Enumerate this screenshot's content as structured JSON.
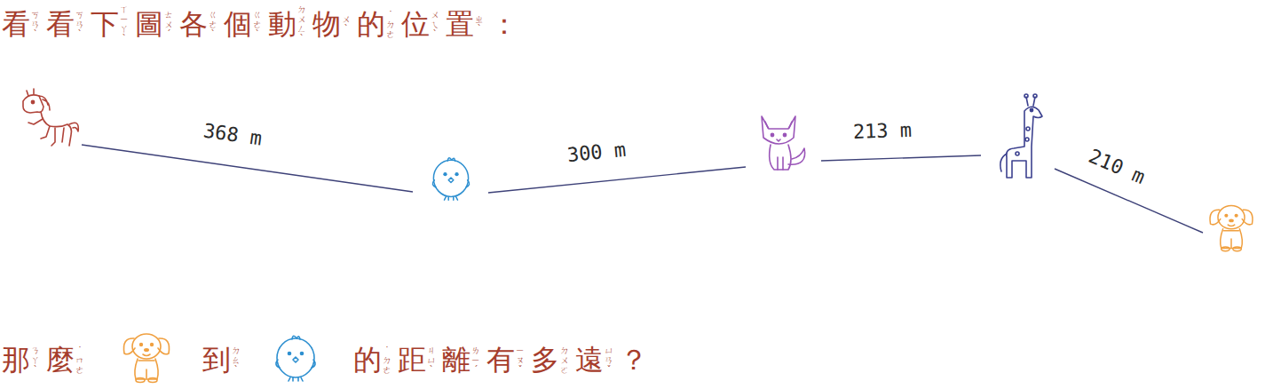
{
  "diagram": {
    "title": "看看下圖各個動物的位置：",
    "labels": [
      "ㄎㄢˋ",
      "ㄎㄢˋ",
      "ㄒㄧㄚˋ",
      "ㄊㄨˊ",
      "ㄍㄜˋ",
      "ㄍㄜˋ",
      "ㄉㄨㄥˋ",
      "ㄨˋ",
      "˙ㄉㄜ",
      "ㄨㄟˋ",
      "ㄓˋ",
      "368 m",
      "300 m",
      "213 m",
      "210 m",
      "那麼",
      "到",
      "的距離有多遠？",
      "ㄋㄚˋ",
      "˙ㄇㄜ",
      "ㄉㄠˋ",
      "˙ㄉㄜ",
      "ㄐㄩˋ",
      "ㄌㄧˊ",
      "ㄧㄡˇ",
      "ㄉㄨㄛ",
      "ㄩㄢˇ"
    ]
  }
}
